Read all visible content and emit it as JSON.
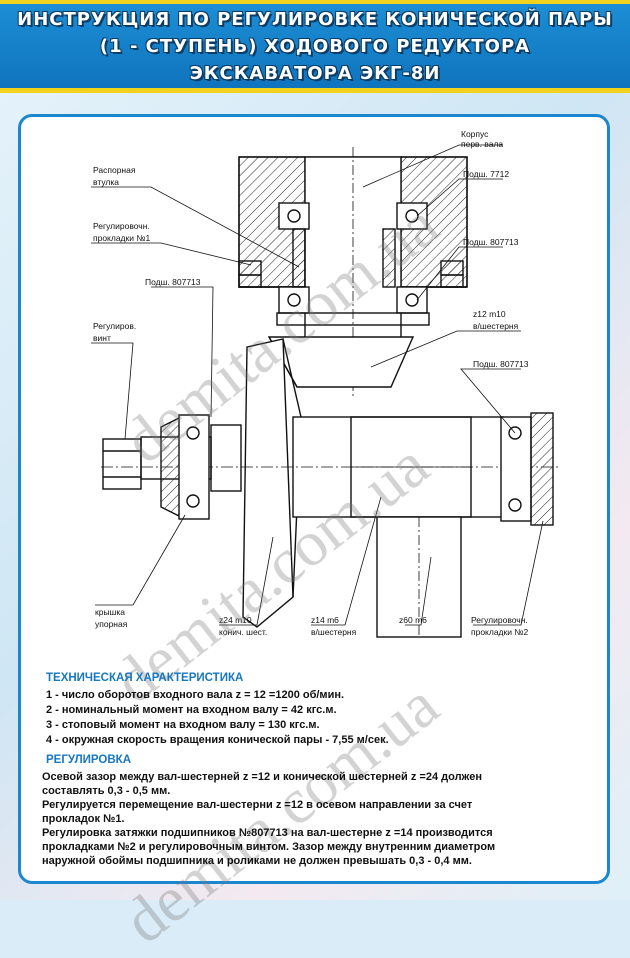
{
  "title": {
    "line1": "ИНСТРУКЦИЯ ПО РЕГУЛИРОВКЕ КОНИЧЕСКОЙ ПАРЫ",
    "line2": "(1 - СТУПЕНЬ) ХОДОВОГО РЕДУКТОРА",
    "line3": "ЭКСКАВАТОРА ЭКГ-8И"
  },
  "drawing": {
    "labels": {
      "korpus": "Корпус",
      "korpus2": "перв. вала",
      "raspornaya": "Распорная",
      "raspornaya2": "втулка",
      "podsh7712": "Подш. 7712",
      "regprokl1": "Регулировочн.",
      "regprokl1b": "прокладки №1",
      "podsh807713a": "Подш. 807713",
      "podsh807713b": "Подш. 807713",
      "z12": "z12 m10",
      "z12b": "в/шестерня",
      "regvint": "Регулиров.",
      "regvint2": "винт",
      "podsh807713c": "Подш. 807713",
      "kryshka": "крышка",
      "kryshka2": "упорная",
      "z24": "z24 m10",
      "z24b": "конич. шест.",
      "z14": "z14 m6",
      "z14b": "в/шестерня",
      "z60": "z60 m6",
      "regprokl2": "Регулировочн.",
      "regprokl2b": "прокладки №2"
    }
  },
  "watermark": "demita.com.ua",
  "tech": {
    "heading": "ТЕХНИЧЕСКАЯ ХАРАКТЕРИСТИКА",
    "items": [
      "1 - число оборотов входного вала z = 12 =1200 об/мин.",
      "2 - номинальный момент на входном валу = 42 кгс.м.",
      "3 - стоповый момент на входном валу = 130 кгс.м.",
      "4 - окружная скорость вращения конической пары - 7,55 м/сек."
    ]
  },
  "regulation": {
    "heading": "РЕГУЛИРОВКА",
    "lines": [
      " Осевой зазор между вал-шестерней z =12 и конической шестерней z =24 должен",
      "составлять 0,3 - 0,5 мм.",
      " Регулируется перемещение вал-шестерни z =12 в осевом направлении за счет",
      "прокладок №1.",
      " Регулировка затяжки подшипников №807713 на вал-шестерне z =14 производится",
      "прокладками №2 и регулировочным винтом. Зазор между внутренним диаметром",
      "наружной обоймы подшипника и роликами не должен превышать 0,3 - 0,4 мм."
    ]
  },
  "colors": {
    "header": "#1583cd",
    "accent": "#f2d21c",
    "section_heading": "#1677c2",
    "panel_border": "#1c86cf"
  }
}
